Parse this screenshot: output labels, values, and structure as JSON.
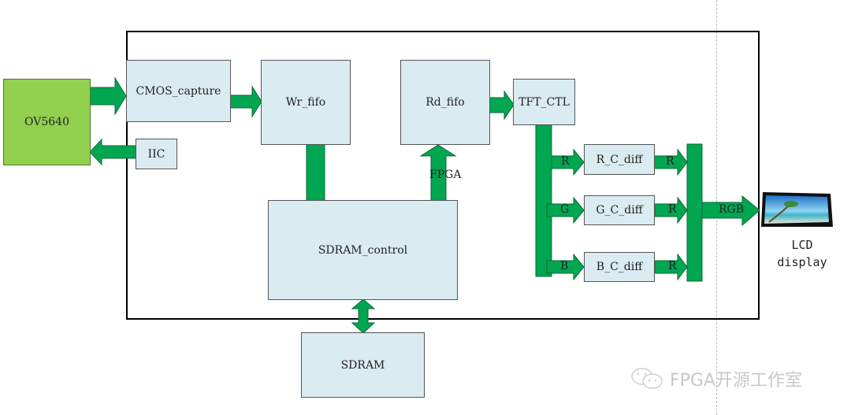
{
  "diagram": {
    "blocks": {
      "sensor": "OV5640",
      "cmos_capture": "CMOS_capture",
      "iic": "IIC",
      "wr_fifo": "Wr_fifo",
      "rd_fifo": "Rd_fifo",
      "tft_ctl": "TFT_CTL",
      "sdram_control": "SDRAM_control",
      "sdram": "SDRAM",
      "r_c_diff": "R_C_diff",
      "g_c_diff": "G_C_diff",
      "b_c_diff": "B_C_diff"
    },
    "edge_labels": {
      "rd_arrow": "FPGA",
      "r_in": "R",
      "g_in": "G",
      "b_in": "B",
      "r_out": "R",
      "g_out": "R",
      "b_out": "R",
      "rgb": "RGB"
    },
    "lcd": {
      "line1": "LCD",
      "line2": "display"
    },
    "colors": {
      "arrow": "#00a650",
      "block_fill": "#daebf1",
      "sensor_fill": "#92d050"
    }
  },
  "watermark": {
    "icon": "wechat-icon",
    "text": "FPGA开源工作室"
  }
}
